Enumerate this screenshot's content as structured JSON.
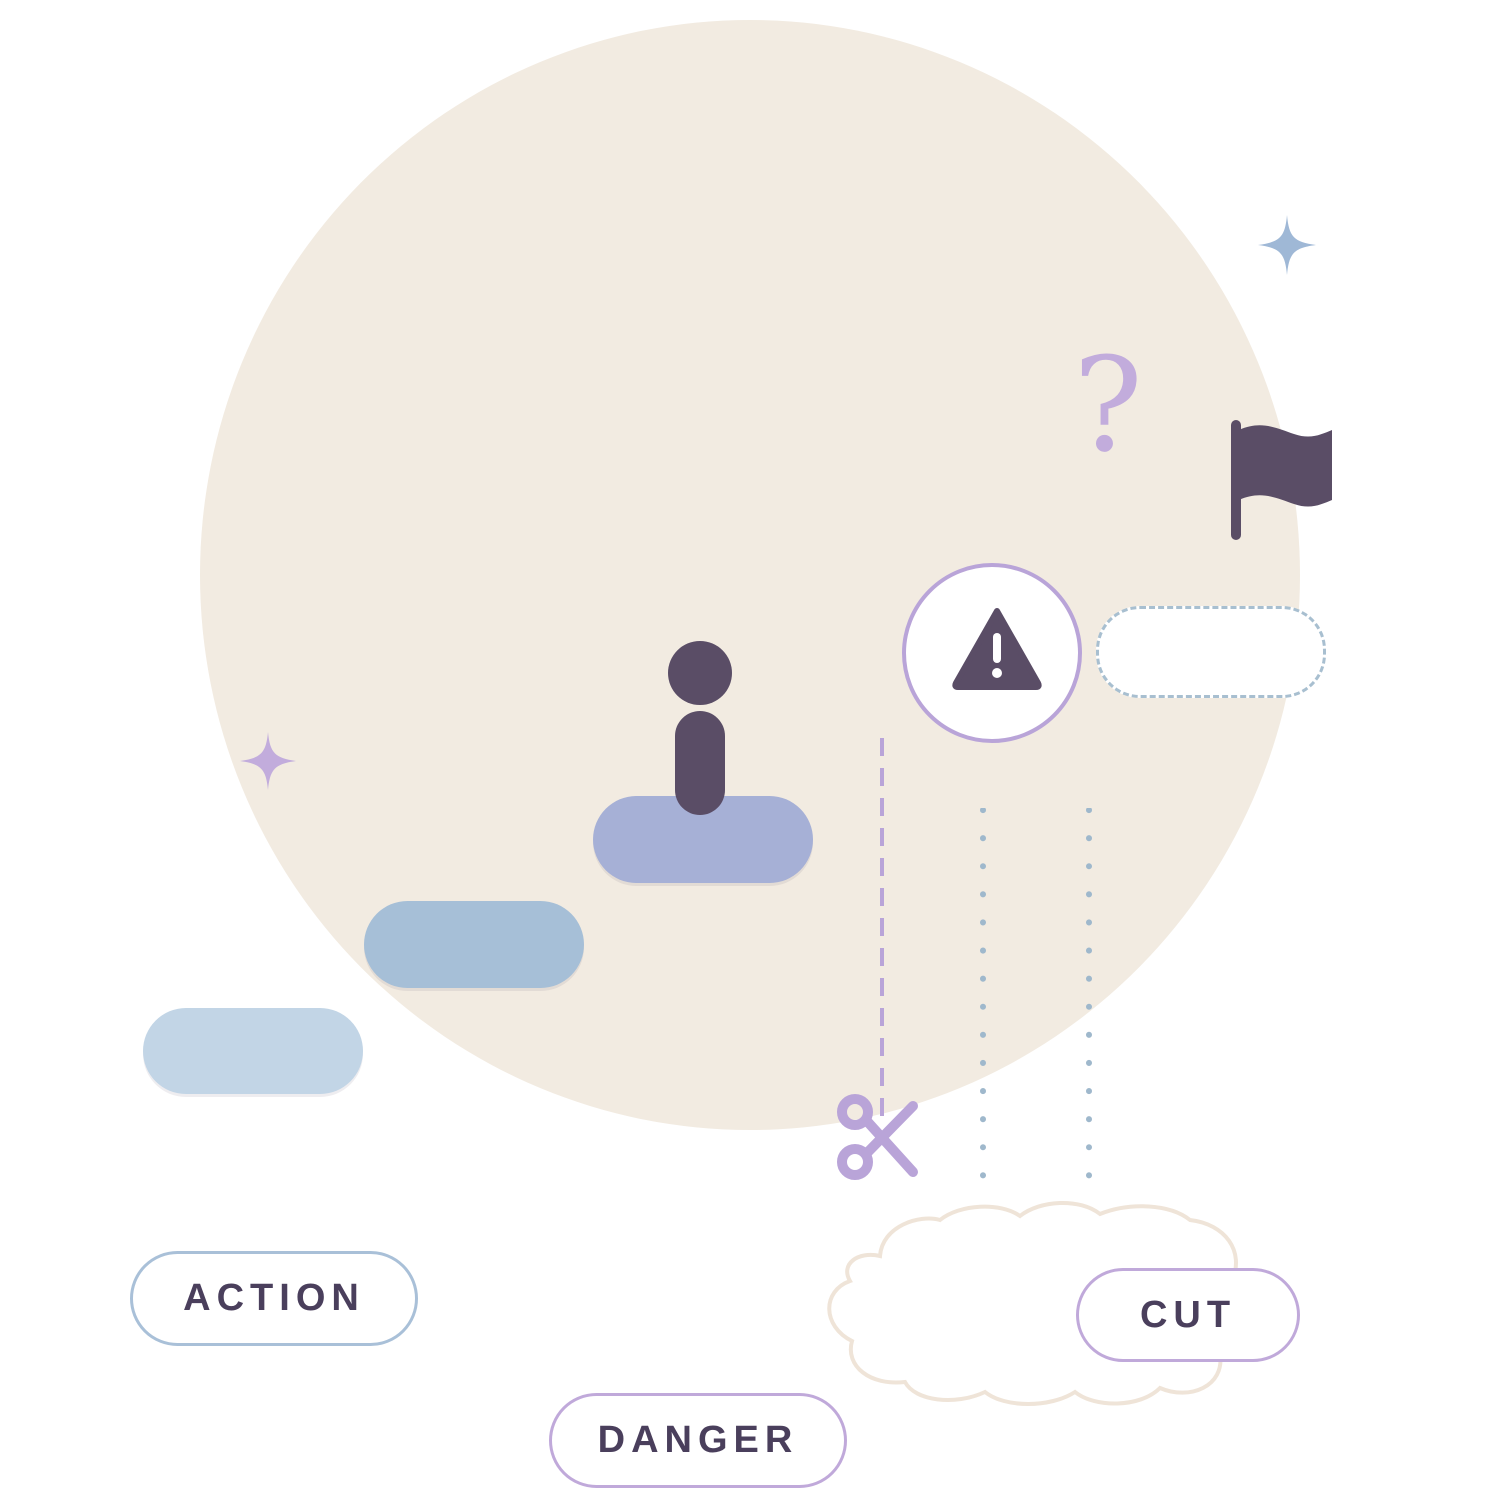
{
  "labels": {
    "action": "ACTION",
    "danger": "DANGER",
    "cut": "CUT"
  },
  "icons": {
    "question": "?",
    "person": "person-icon",
    "warning": "warning-triangle-icon",
    "flag": "flag-icon",
    "scissors": "scissors-icon",
    "sparkle": "sparkle-icon",
    "cloud": "cloud-icon"
  },
  "colors": {
    "background_circle": "#f2ebe1",
    "step_light": "#c2d5e6",
    "step_mid": "#a6bfd7",
    "step_high": "#a6b0d6",
    "dark_plum": "#5a4d66",
    "lavender": "#b9a4d8",
    "pale_blue": "#9fb8cc"
  }
}
